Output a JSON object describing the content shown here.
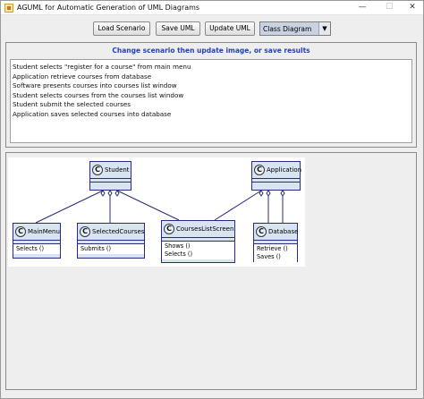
{
  "window": {
    "title": "AGUML for Automatic Generation of UML Diagrams",
    "controls": {
      "minimize": "—",
      "maximize": "☐",
      "close": "✕"
    }
  },
  "toolbar": {
    "load_label": "Load Scenario",
    "save_label": "Save UML",
    "update_label": "Update UML",
    "diagram_type": "Class Diagram"
  },
  "instruction": "Change scenario then update image, or save results",
  "scenario": {
    "lines": [
      "Student selects \"register for a course\" from main menu",
      "Application retrieve courses from database",
      "Software presents courses into courses list window",
      "Student selects courses from the courses list window",
      "Student submit the selected courses",
      "Application saves selected courses into database"
    ]
  },
  "diagram": {
    "class_glyph": "C",
    "classes": {
      "student": {
        "name": "Student",
        "ops": []
      },
      "application": {
        "name": "Application",
        "ops": []
      },
      "mainmenu": {
        "name": "MainMenu",
        "ops": [
          "Selects ()"
        ]
      },
      "selected": {
        "name": "SelectedCourses",
        "ops": [
          "Submits ()"
        ]
      },
      "courses": {
        "name": "CoursesListScreen",
        "ops": [
          "Shows ()",
          "Selects ()"
        ]
      },
      "database": {
        "name": "Database",
        "ops": [
          "Retrieve ()",
          "Saves ()"
        ]
      }
    }
  },
  "colors": {
    "instruction": "#2640b8",
    "class_fill": "#d8e4f2",
    "class_border": "#2a2a80"
  }
}
